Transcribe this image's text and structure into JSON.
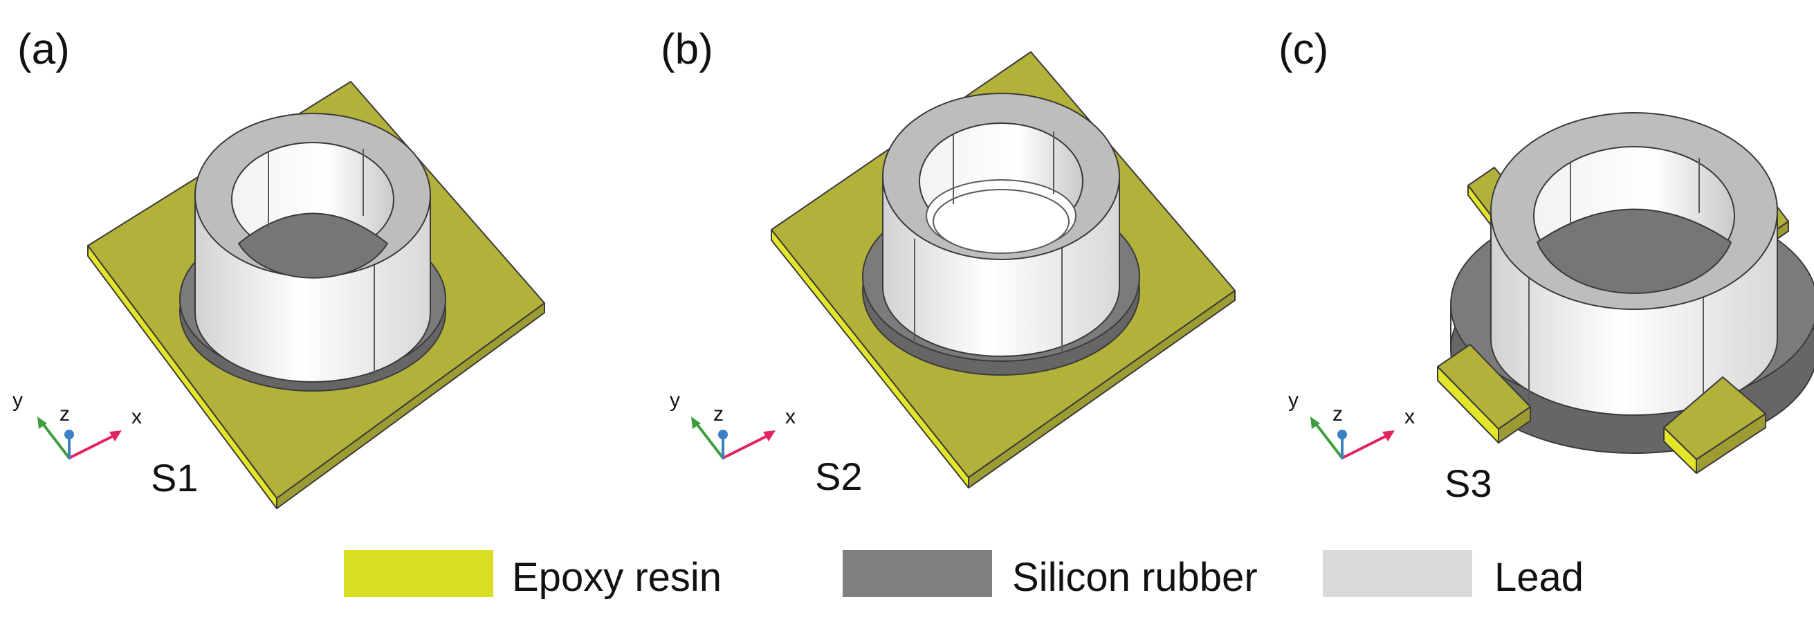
{
  "panels": [
    {
      "tag": "(a)",
      "name": "S1"
    },
    {
      "tag": "(b)",
      "name": "S2"
    },
    {
      "tag": "(c)",
      "name": "S3"
    }
  ],
  "axes": {
    "x": "x",
    "y": "y",
    "z": "z"
  },
  "legend": [
    {
      "label": "Epoxy resin",
      "color": "#d9de22"
    },
    {
      "label": "Silicon rubber",
      "color": "#7f7f7f"
    },
    {
      "label": "Lead",
      "color": "#d9d9d9"
    }
  ],
  "colors": {
    "epoxy_top": "#b2b13a",
    "epoxy_side": "#e3e52a",
    "rubber": "#7b7b7b",
    "rubber_side": "#666666",
    "lead_top": "#bdbdbd",
    "lead_wall": "#f4f4f4",
    "lead_inner": "#767676",
    "axis_x": "#e0245e",
    "axis_y": "#3e9e3e",
    "axis_z": "#3b7fc4"
  }
}
